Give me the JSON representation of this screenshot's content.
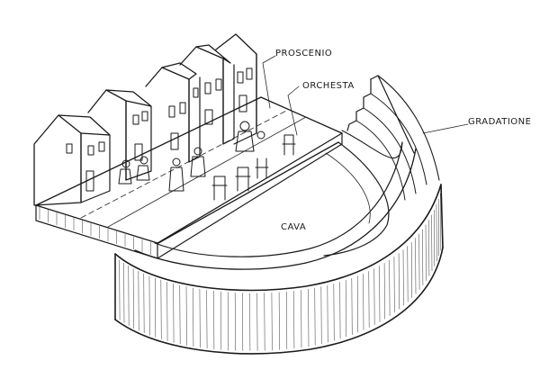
{
  "labels": {
    "proscenio": "PROSCENIO",
    "orchesta": "ORCHESTA",
    "gradatione": "GRADATIONE",
    "cava": "CAVA"
  }
}
